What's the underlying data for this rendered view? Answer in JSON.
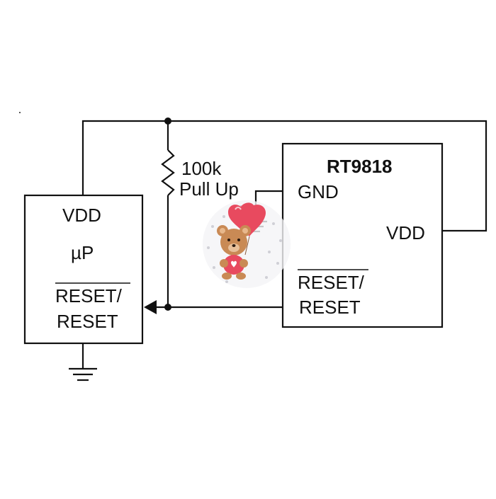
{
  "diagram": {
    "microprocessor": {
      "vdd_label": "VDD",
      "name_label": "µP",
      "reset_label_line1": "RESET/",
      "reset_label_line2": "RESET"
    },
    "ic": {
      "title": "RT9818",
      "gnd_label": "GND",
      "vdd_label": "VDD",
      "reset_label_line1": "RESET/",
      "reset_label_line2": "RESET"
    },
    "resistor": {
      "value_label": "100k",
      "desc_label": "Pull Up"
    }
  },
  "sticker": {
    "heart_color": "#e84a5f",
    "bear_color": "#c98a55",
    "shirt_color": "#e84a5f"
  }
}
